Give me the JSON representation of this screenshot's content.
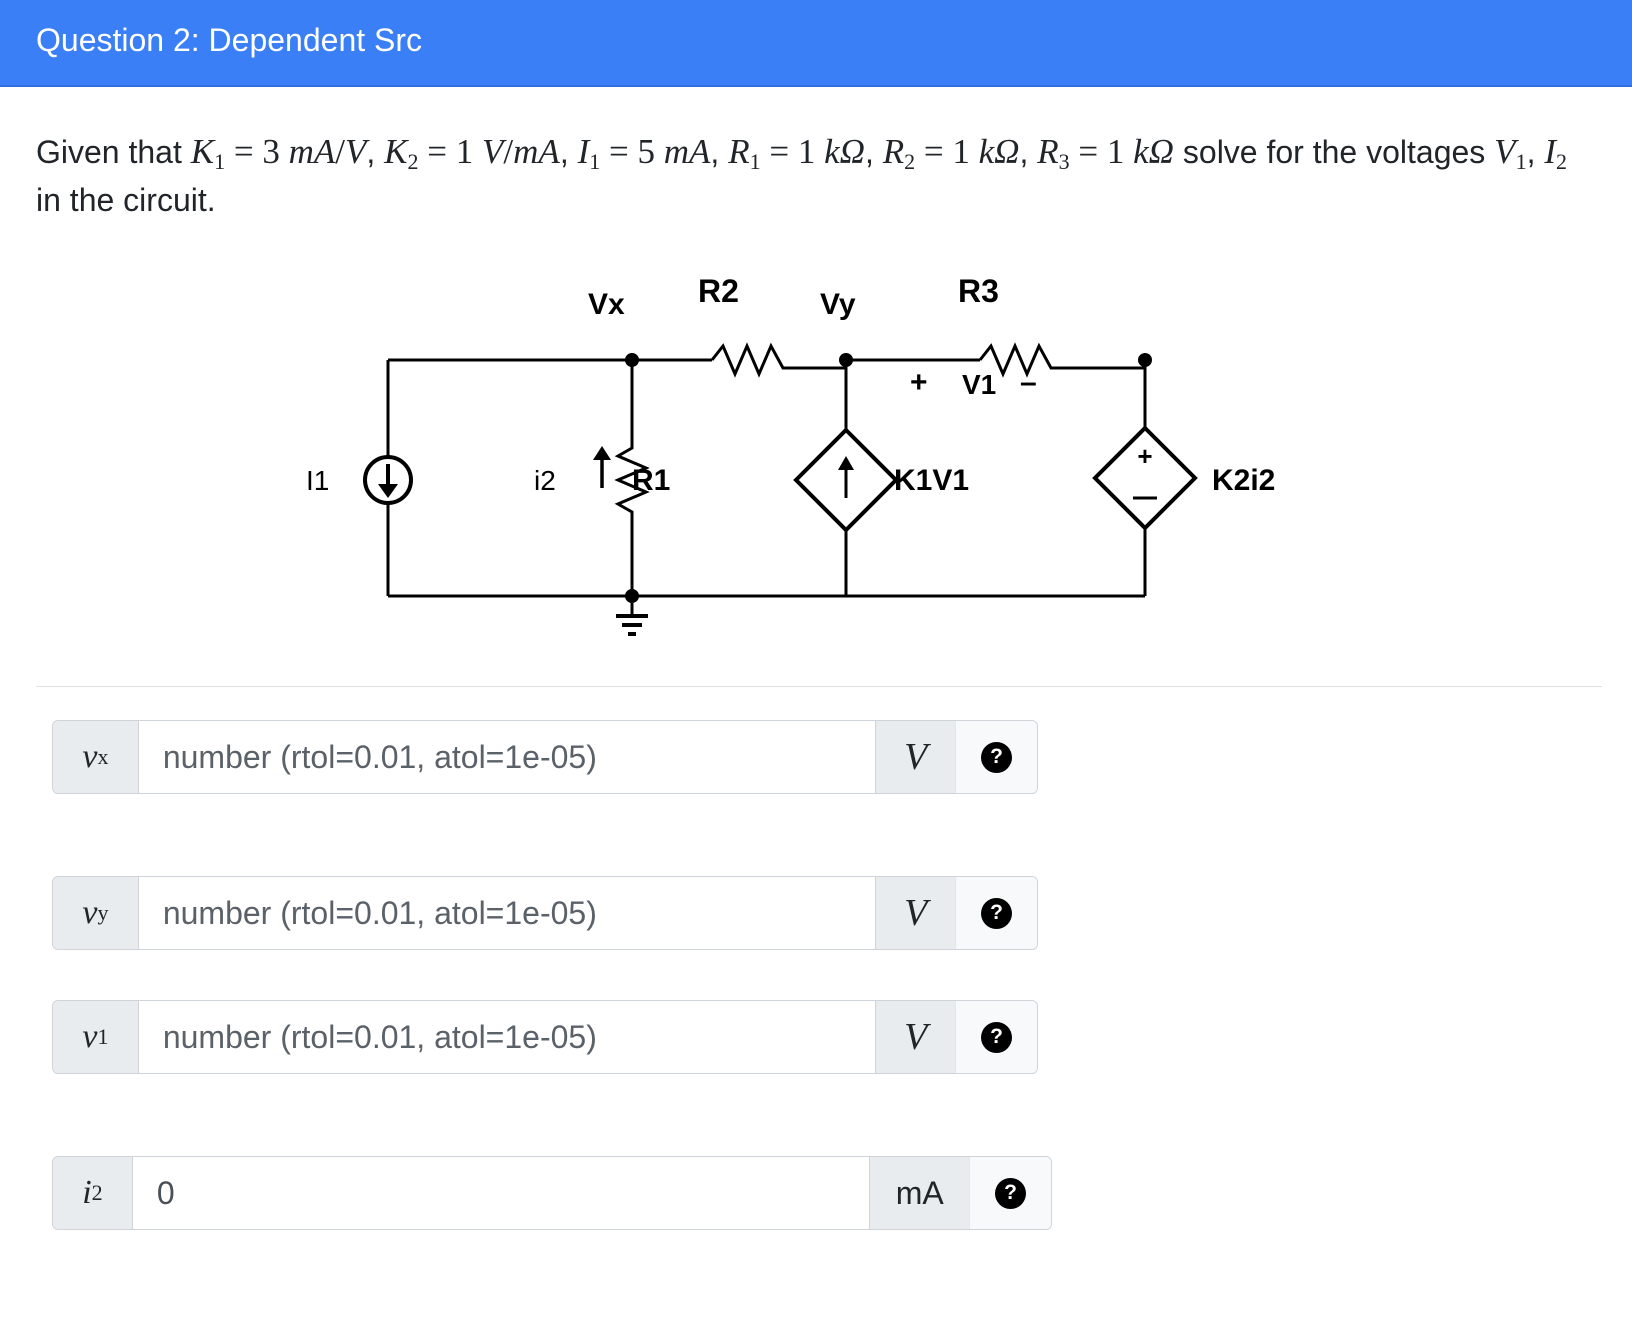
{
  "header": {
    "title": "Question 2: Dependent Src"
  },
  "prompt": {
    "given_that": "Given that",
    "eq_k1": [
      "K",
      "1",
      " = 3 ",
      "mA",
      "/",
      "V"
    ],
    "eq_k2": [
      "K",
      "2",
      " = 1 ",
      "V",
      "/",
      "mA"
    ],
    "eq_i1": [
      "I",
      "1",
      " = 5 ",
      "mA"
    ],
    "eq_r1": [
      "R",
      "1",
      " = 1 ",
      "kΩ"
    ],
    "eq_r2": [
      "R",
      "2",
      " = 1 ",
      "kΩ"
    ],
    "eq_r3": [
      "R",
      "3",
      " = 1 ",
      "kΩ"
    ],
    "solve_for": "solve for",
    "the_voltages": "the voltages",
    "v1": [
      "V",
      "1"
    ],
    "i2": [
      "I",
      "2"
    ],
    "in_the_circuit": "in the circuit."
  },
  "circuit": {
    "labels": {
      "vx": "Vx",
      "r2": "R2",
      "vy": "Vy",
      "r3": "R3",
      "plus": "+",
      "v1": "V1",
      "minus": "–",
      "i1": "I1",
      "i2": "i2",
      "r1": "R1",
      "k1v1": "K1V1",
      "k2i2": "K2i2",
      "src_plus": "+",
      "src_minus": "–"
    }
  },
  "answers": [
    {
      "var": "v",
      "sub": "x",
      "placeholder": "number (rtol=0.01, atol=1e-05)",
      "value": "",
      "unit": "V",
      "help": "?"
    },
    {
      "var": "v",
      "sub": "y",
      "placeholder": "number (rtol=0.01, atol=1e-05)",
      "value": "",
      "unit": "V",
      "help": "?"
    },
    {
      "var": "v",
      "sub": "1",
      "placeholder": "number (rtol=0.01, atol=1e-05)",
      "value": "",
      "unit": "V",
      "help": "?"
    },
    {
      "var": "i",
      "sub": "2",
      "placeholder": "",
      "value": "0",
      "unit": "mA",
      "help": "?"
    }
  ]
}
